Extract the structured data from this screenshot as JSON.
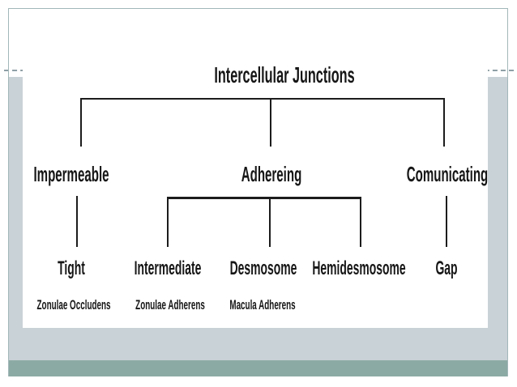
{
  "diagram": {
    "title": "Intercellular Junctions",
    "impermeable": {
      "label": "Impermeable",
      "child": "Tight",
      "sub": "Zonulae Occludens"
    },
    "adhereing": {
      "label": "Adhereing",
      "children": [
        {
          "label": "Intermediate",
          "sub": "Zonulae Adherens"
        },
        {
          "label": "Desmosome",
          "sub": "Macula Adherens"
        },
        {
          "label": "Hemidesmosome"
        }
      ]
    },
    "comunicating": {
      "label": "Comunicating",
      "child": "Gap"
    }
  },
  "colors": {
    "frame_border": "#a2b7b9",
    "band_light": "#c9d2d7",
    "band_sage": "#8caaa4",
    "line": "#1c1c1c",
    "text": "#161616",
    "dash": "#8fa0a6"
  }
}
